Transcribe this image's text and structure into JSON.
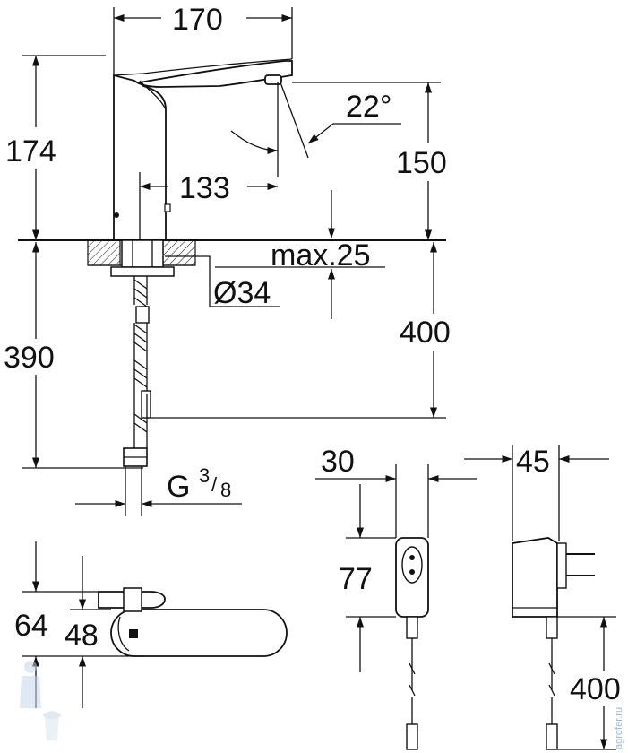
{
  "dimensions": {
    "width_170": "170",
    "height_174": "174",
    "angle_22": "22°",
    "height_150": "150",
    "reach_133": "133",
    "max_25": "max.25",
    "dia_34": "Ø34",
    "hose_400": "400",
    "total_390": "390",
    "thread_g": "G",
    "thread_num": "3",
    "thread_den": "8",
    "adapter_w_30": "30",
    "adapter_d_45": "45",
    "adapter_h_77": "77",
    "plan_64": "64",
    "plan_48": "48",
    "cable_400": "400"
  },
  "watermark": "agrofer.ru"
}
